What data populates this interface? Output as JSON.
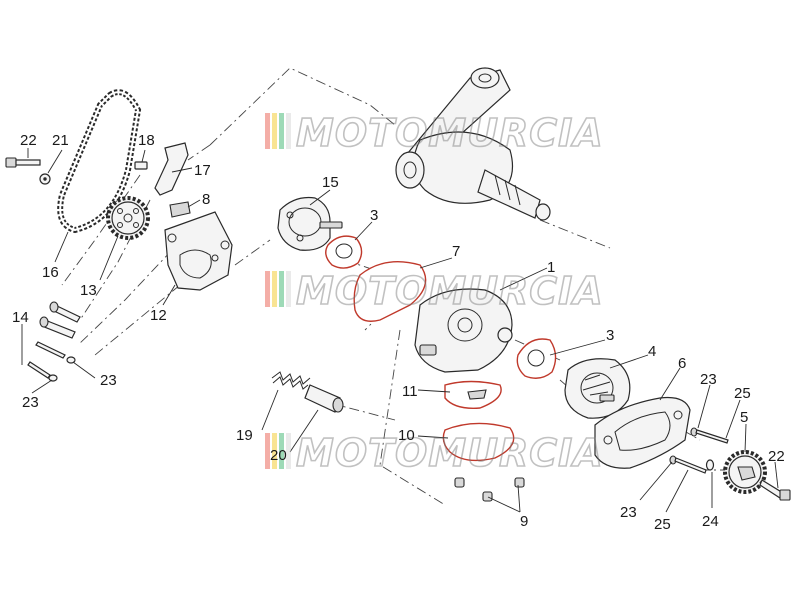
{
  "watermark": {
    "text": "MOTOMURCIA",
    "stripe_colors": [
      "#e74c3c",
      "#f1c40f",
      "#27ae60",
      "#d0d0d0"
    ]
  },
  "callouts": {
    "c1": "1",
    "c3a": "3",
    "c3b": "3",
    "c4": "4",
    "c5": "5",
    "c6": "6",
    "c7": "7",
    "c8": "8",
    "c9": "9",
    "c10": "10",
    "c11": "11",
    "c12": "12",
    "c13": "13",
    "c14": "14",
    "c15": "15",
    "c16": "16",
    "c17": "17",
    "c18": "18",
    "c19": "19",
    "c20": "20",
    "c21": "21",
    "c22a": "22",
    "c22b": "22",
    "c23a": "23",
    "c23b": "23",
    "c23c": "23",
    "c23d": "23",
    "c24": "24",
    "c25a": "25",
    "c25b": "25"
  }
}
